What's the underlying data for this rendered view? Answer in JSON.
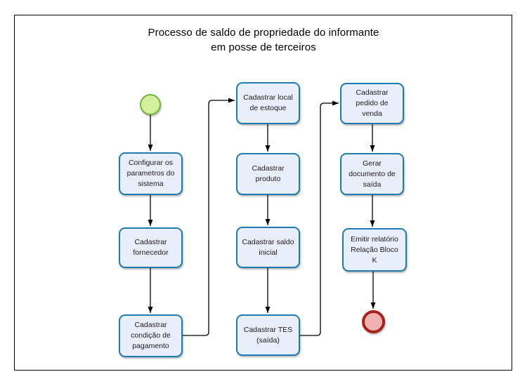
{
  "diagram": {
    "title_line1": "Processo de saldo de propriedade do informante",
    "title_line2": "em posse de terceiros",
    "start_event": "start",
    "end_event": "end",
    "nodes": [
      {
        "id": "configurar-parametros",
        "label": "Configurar os\nparametros do\nsistema"
      },
      {
        "id": "cadastrar-fornecedor",
        "label": "Cadastrar\nfornecedor"
      },
      {
        "id": "cadastrar-condicao-pagamento",
        "label": "Cadastrar\ncondição de\npagamento"
      },
      {
        "id": "cadastrar-local-estoque",
        "label": "Cadastrar local\nde estoque"
      },
      {
        "id": "cadastrar-produto",
        "label": "Cadastrar\nproduto"
      },
      {
        "id": "cadastrar-saldo-inicial",
        "label": "Cadastrar saldo\ninicial"
      },
      {
        "id": "cadastrar-tes-saida",
        "label": "Cadastrar TES\n(saída)"
      },
      {
        "id": "cadastrar-pedido-venda",
        "label": "Cadastrar\npedido de\nvenda"
      },
      {
        "id": "gerar-documento-saida",
        "label": "Gerar\ndocumento de\nsaída"
      },
      {
        "id": "emitir-relatorio-bloco-k",
        "label": "Emitir relatório\nRelação Bloco\nK"
      }
    ]
  },
  "colors": {
    "node-fill": "#e8eefa",
    "node-border": "#1d7bb0",
    "start-fill": "#d4ef9b",
    "start-border": "#71b33c",
    "end-fill": "#efb2b0",
    "end-border": "#a8211b",
    "connector": "#000000"
  }
}
